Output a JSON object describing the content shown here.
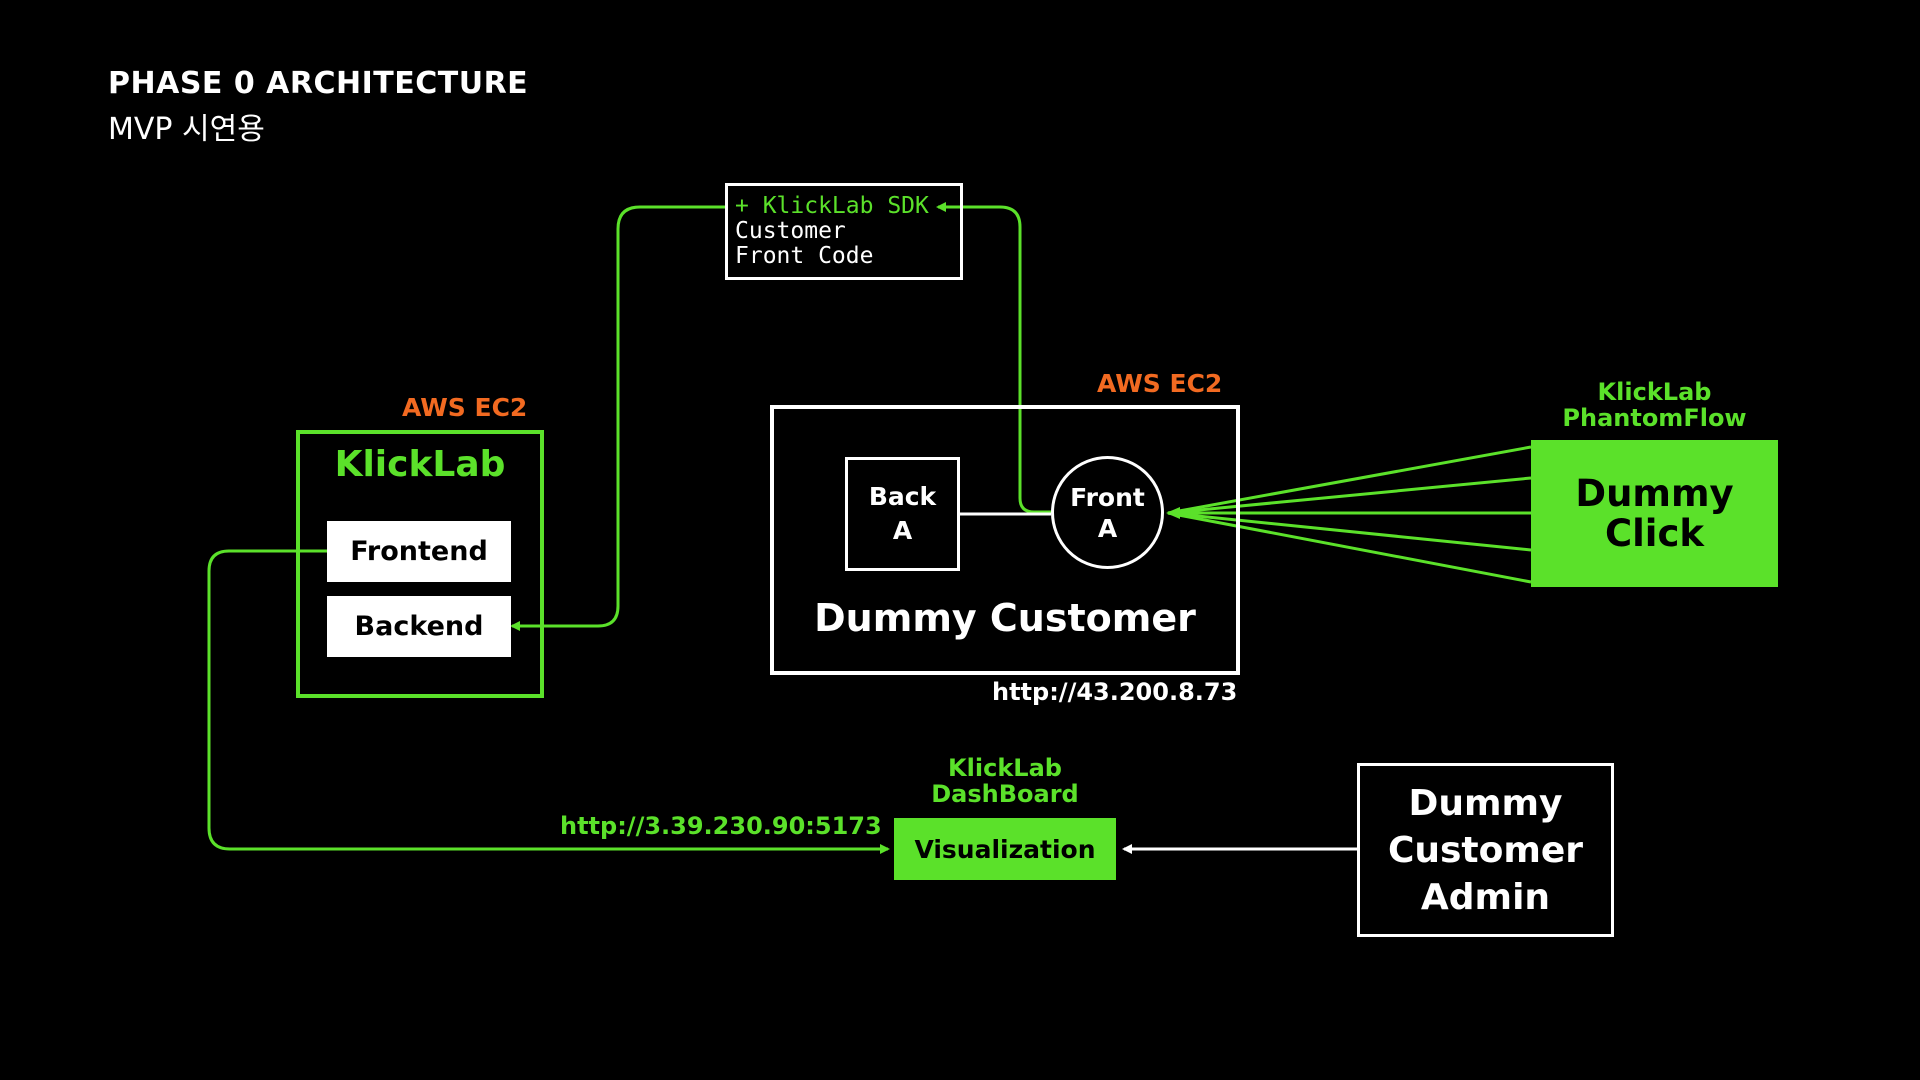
{
  "header": {
    "title": "PHASE 0 ARCHITECTURE",
    "subtitle": "MVP 시연용"
  },
  "klicklab_server": {
    "cloud_label": "AWS EC2",
    "title": "KlickLab",
    "frontend_label": "Frontend",
    "backend_label": "Backend"
  },
  "sdk_box": {
    "line1": "+ KlickLab SDK",
    "line2": "Customer",
    "line3": "Front Code"
  },
  "dummy_customer": {
    "cloud_label": "AWS EC2",
    "back_label_1": "Back",
    "back_label_2": "A",
    "front_label_1": "Front",
    "front_label_2": "A",
    "title": "Dummy Customer",
    "url": "http://43.200.8.73"
  },
  "phantom_flow": {
    "label_1": "KlickLab",
    "label_2": "PhantomFlow",
    "box_line_1": "Dummy",
    "box_line_2": "Click"
  },
  "dashboard": {
    "label_1": "KlickLab",
    "label_2": "DashBoard",
    "box_label": "Visualization",
    "url": "http://3.39.230.90:5173"
  },
  "admin": {
    "line_1": "Dummy",
    "line_2": "Customer",
    "line_3": "Admin"
  },
  "colors": {
    "background": "#000000",
    "accent_green": "#5be12a",
    "accent_orange": "#f26a21",
    "line_white": "#ffffff"
  }
}
